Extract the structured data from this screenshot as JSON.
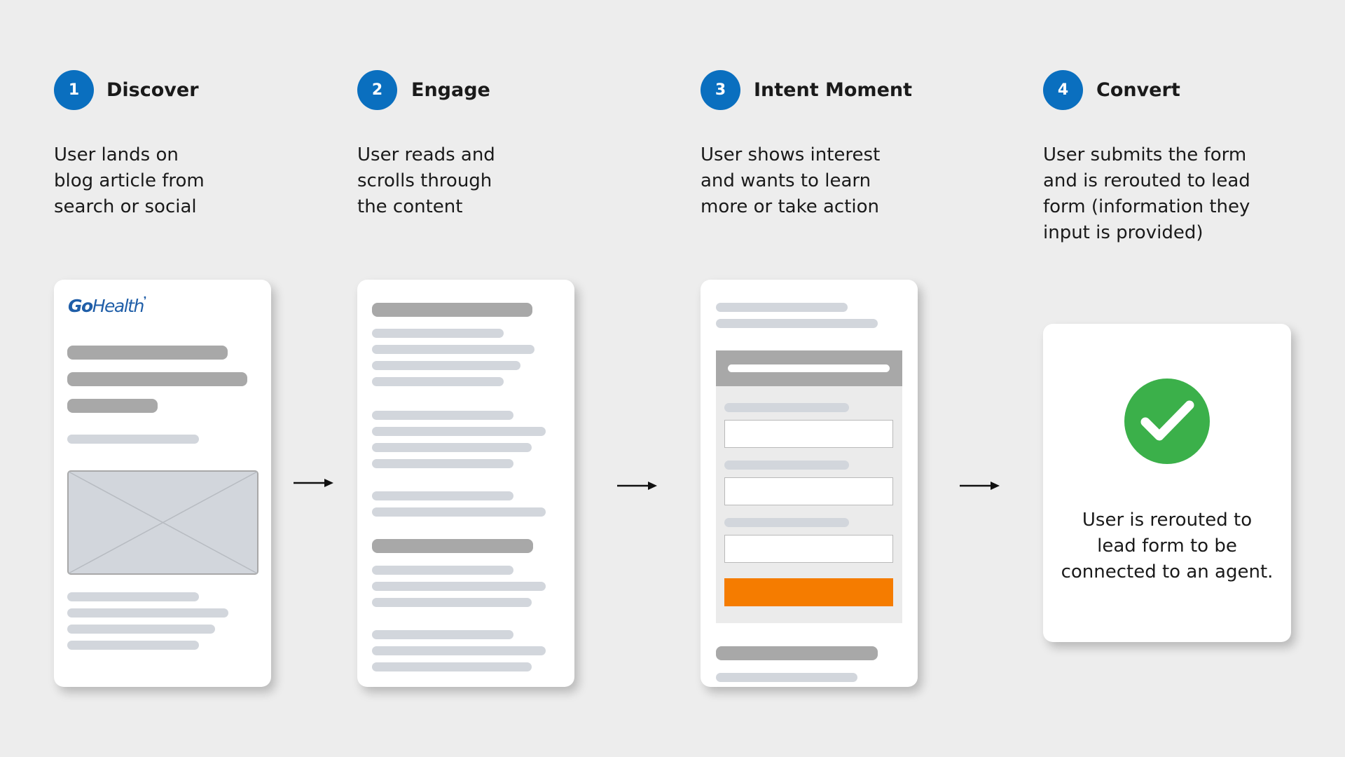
{
  "steps": [
    {
      "number": "1",
      "title": "Discover",
      "description": [
        "User lands on",
        "blog article from",
        "search or social"
      ]
    },
    {
      "number": "2",
      "title": "Engage",
      "description": [
        "User reads and",
        "scrolls through",
        "the content"
      ]
    },
    {
      "number": "3",
      "title": "Intent Moment",
      "description": [
        "User shows interest",
        "and wants to learn",
        "more or take action"
      ]
    },
    {
      "number": "4",
      "title": "Convert",
      "description": [
        "User submits the form",
        "and is rerouted to lead",
        "form (information they",
        "input is provided)"
      ]
    }
  ],
  "card1": {
    "logo_bold": "Go",
    "logo_rest": "Health"
  },
  "card4": {
    "message": [
      "User is rerouted to",
      "lead form to be",
      "connected to an agent."
    ]
  },
  "colors": {
    "step_badge": "#0a6fbf",
    "submit_button": "#f57c00",
    "success_check": "#3bb04a",
    "background": "#ededed"
  },
  "icons": {
    "connector": "arrow-right-icon",
    "success": "check-circle-icon",
    "image": "image-placeholder-icon"
  }
}
